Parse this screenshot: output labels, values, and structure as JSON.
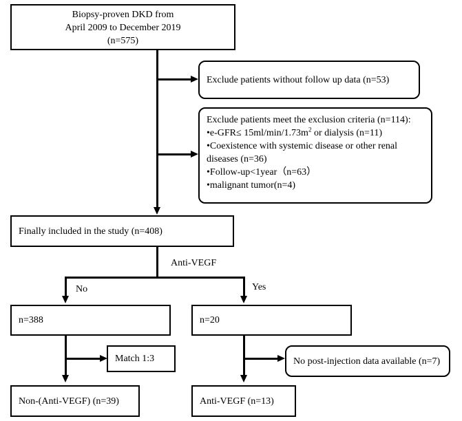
{
  "top_box": {
    "line1": "Biopsy-proven DKD from",
    "line2": "April 2009 to December 2019",
    "line3": "(n=575)"
  },
  "exclude_followup": "Exclude patients without follow up data (n=53)",
  "exclusion_criteria": {
    "heading": "Exclude patients meet the exclusion criteria (n=114):",
    "item1_pre": "•e-GFR≤ 15ml/min/1.73m",
    "item1_sup": "2",
    "item1_post": "  or dialysis (n=11)",
    "item2_line1": "•Coexistence with systemic disease or other renal",
    "item2_line2": "diseases (n=36)",
    "item3": "•Follow-up<1year（n=63）",
    "item4": "•malignant tumor(n=4)"
  },
  "included_box": "Finally included in the study (n=408)",
  "branch_label": "Anti-VEGF",
  "no_label": "No",
  "yes_label": "Yes",
  "left_count_box": "n=388",
  "right_count_box": "n=20",
  "match_box": "Match 1:3",
  "no_post_box": "No post-injection data available (n=7)",
  "non_anti_box": "Non-(Anti-VEGF) (n=39)",
  "anti_box": "Anti-VEGF (n=13)",
  "colors": {
    "stroke": "#000000",
    "background": "#ffffff"
  }
}
